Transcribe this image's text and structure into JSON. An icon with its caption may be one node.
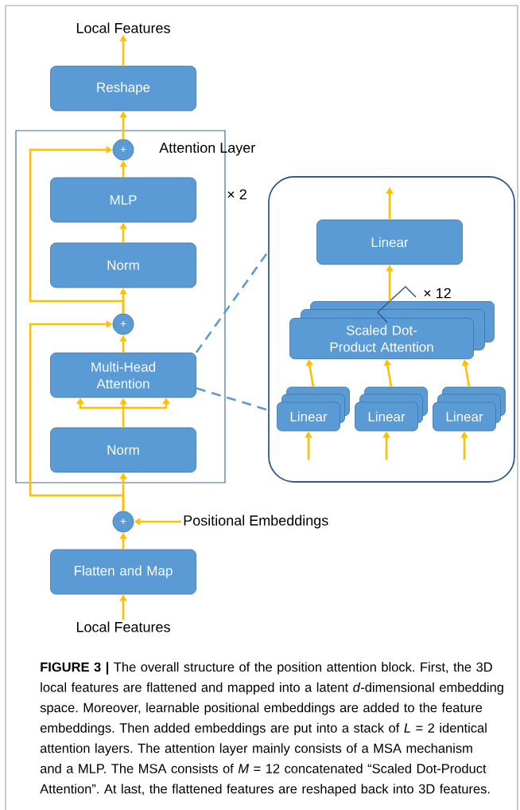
{
  "diagram": {
    "caption": "**FIGURE 3 |** The overall structure of the position attention block. First, the 3D local features are flattened and mapped into a latent *d*-dimensional embedding space. Moreover, learnable positional embeddings are added to the feature embeddings. Then added embeddings are put into a stack of *L* = 2 identical attention layers. The attention layer mainly consists of a MSA mechanism and a MLP. The MSA consists of *M* = 12 concatenated “Scaled Dot-Product Attention”. At last, the flattened features are reshaped back into 3D features.",
    "nodes": [
      {
        "text": [
          "Local Features"
        ]
      },
      {
        "text": [
          "Reshape"
        ]
      },
      {
        "text": [
          "Attention Layer"
        ],
        "beside": [
          "× 2"
        ]
      },
      {
        "text": [
          "+"
        ],
        "in": 2
      },
      {
        "text": [
          "MLP"
        ],
        "in": 2
      },
      {
        "text": [
          "Norm"
        ],
        "in": 2
      },
      {
        "text": [
          "+"
        ],
        "in": 2
      },
      {
        "text": [
          "Multi-Head Attention"
        ],
        "in": 2
      },
      {
        "text": [
          "Norm"
        ],
        "in": 2
      },
      {
        "text": [
          "+"
        ]
      },
      {
        "text": [
          "Positional Embeddings"
        ]
      },
      {
        "text": [
          "Flatten and Map"
        ]
      },
      {
        "text": [
          "Local Features"
        ]
      },
      {
        "text": [],
        "shape": "box"
      },
      {
        "text": [
          "Linear"
        ],
        "in": 13
      },
      {
        "text": [
          "Scaled Dot-Product Attention"
        ],
        "in": 13,
        "beside": [
          "× 12"
        ]
      },
      {
        "text": [
          "Linear"
        ],
        "in": 13
      },
      {
        "text": [
          "Linear"
        ],
        "in": 13
      },
      {
        "text": [
          "Linear"
        ],
        "in": 13
      }
    ],
    "edges": [
      {
        "from": 1,
        "to": 0,
        "arrow": "to"
      },
      {
        "from": 3,
        "to": 1,
        "arrow": "to"
      },
      {
        "from": 4,
        "to": 3,
        "arrow": "to"
      },
      {
        "from": 5,
        "to": 4,
        "arrow": "to"
      },
      {
        "from": 6,
        "to": 5,
        "arrow": "to"
      },
      {
        "from": 6,
        "to": 3,
        "arrow": "to"
      },
      {
        "from": 7,
        "to": 6,
        "arrow": "to"
      },
      {
        "from": 8,
        "to": 7,
        "arrow": "to"
      },
      {
        "from": 9,
        "to": 8,
        "arrow": "to"
      },
      {
        "from": 9,
        "to": 6,
        "arrow": "to"
      },
      {
        "from": 11,
        "to": 9,
        "arrow": "to"
      },
      {
        "from": 12,
        "to": 11,
        "arrow": "to"
      },
      {
        "from": 10,
        "to": 9,
        "arrow": "to"
      },
      {
        "from": 7,
        "to": 13,
        "arrow": "none",
        "style": "dashed",
        "color": "#5b9bd5"
      },
      {
        "from": 7,
        "to": 13,
        "arrow": "none",
        "style": "dashed",
        "color": "#5b9bd5"
      },
      {
        "from": 14,
        "to": null,
        "arrow": "to"
      },
      {
        "from": 15,
        "to": 14,
        "arrow": "to"
      },
      {
        "from": 16,
        "to": 15,
        "arrow": "to"
      },
      {
        "from": 17,
        "to": 15,
        "arrow": "to"
      },
      {
        "from": 18,
        "to": 15,
        "arrow": "to"
      },
      {
        "from": null,
        "to": 16,
        "arrow": "to"
      },
      {
        "from": null,
        "to": 17,
        "arrow": "to"
      },
      {
        "from": null,
        "to": 18,
        "arrow": "to"
      }
    ]
  }
}
